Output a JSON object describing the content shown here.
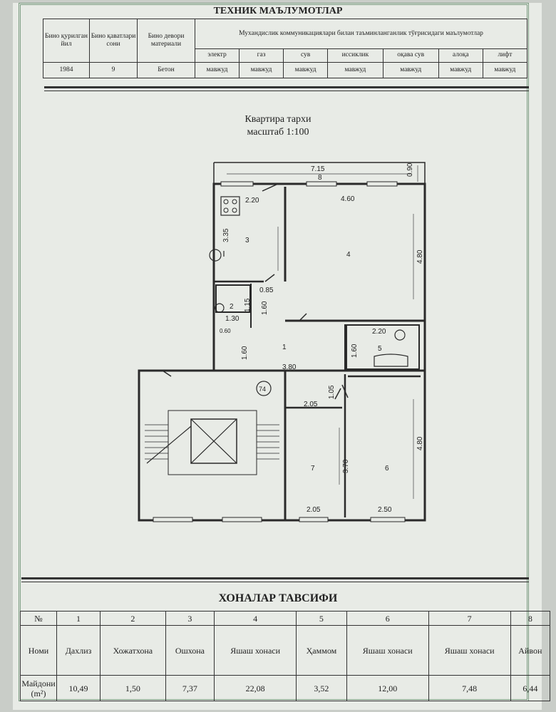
{
  "tech": {
    "title": "ТЕХНИК МАЪЛУМОТЛАР",
    "headers": {
      "year": "Бино қурилган йил",
      "floors": "Бино қаватлари сони",
      "material": "Бино девори материали",
      "engineering": "Мухандислик коммуникациялари билан таъминланганлик тўғрисидаги маълумотлар"
    },
    "utilities": [
      "электр",
      "газ",
      "сув",
      "иссиклик",
      "оқава сув",
      "алоқа",
      "лифт"
    ],
    "values": {
      "year": "1984",
      "floors": "9",
      "material": "Бетон",
      "utilities": [
        "мавжуд",
        "мавжуд",
        "мавжуд",
        "мавжуд",
        "мавжуд",
        "мавжуд",
        "мавжуд"
      ]
    }
  },
  "plan": {
    "title": "Квартира тархи",
    "scale": "масштаб 1:100",
    "dims": {
      "balcony_len": "7.15",
      "balcony_w": "0.90",
      "kitchen_w": "2.20",
      "kitchen_h": "3.35",
      "room4_w": "4.60",
      "room4_h": "4.80",
      "wc_d": "0.85",
      "wc_w": "1.30",
      "wc_h": "1.15",
      "corr_h": "1.60",
      "hall_w": "3.80",
      "hall_small": "0.60",
      "hall_h": "1.60",
      "bath_w": "2.20",
      "bath_h": "1.60",
      "room7_top": "2.05",
      "room7_h": "3.70",
      "room7_bottom": "2.05",
      "room6_door": "1.05",
      "room6_h": "4.80",
      "room6_bottom": "2.50"
    },
    "room_numbers": [
      "1",
      "2",
      "3",
      "4",
      "5",
      "6",
      "7",
      "8"
    ],
    "apt_no": "74"
  },
  "rooms": {
    "title": "ХОНАЛАР ТАВСИФИ",
    "row_labels": {
      "no": "№",
      "name": "Номи",
      "area": "Майдони (m²)"
    },
    "columns": [
      {
        "no": "1",
        "name": "Дахлиз",
        "area": "10,49"
      },
      {
        "no": "2",
        "name": "Хожатхона",
        "area": "1,50"
      },
      {
        "no": "3",
        "name": "Ошхона",
        "area": "7,37"
      },
      {
        "no": "4",
        "name": "Яшаш хонаси",
        "area": "22,08"
      },
      {
        "no": "5",
        "name": "Ҳаммом",
        "area": "3,52"
      },
      {
        "no": "6",
        "name": "Яшаш хонаси",
        "area": "12,00"
      },
      {
        "no": "7",
        "name": "Яшаш хонаси",
        "area": "7,48"
      },
      {
        "no": "8",
        "name": "Айвон",
        "area": "6,44"
      }
    ]
  }
}
